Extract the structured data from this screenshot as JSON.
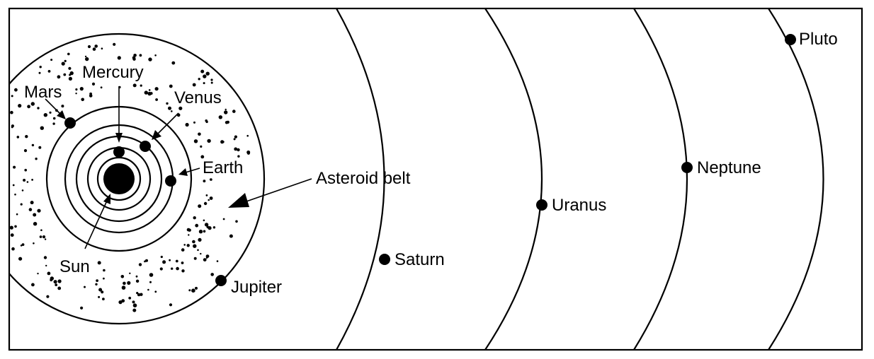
{
  "diagram": {
    "labels": {
      "mercury": "Mercury",
      "venus": "Venus",
      "earth": "Earth",
      "mars": "Mars",
      "sun": "Sun",
      "jupiter": "Jupiter",
      "asteroid_belt": "Asteroid belt",
      "saturn": "Saturn",
      "uranus": "Uranus",
      "neptune": "Neptune",
      "pluto": "Pluto"
    },
    "colors": {
      "ink": "#000000",
      "background": "#ffffff"
    }
  }
}
